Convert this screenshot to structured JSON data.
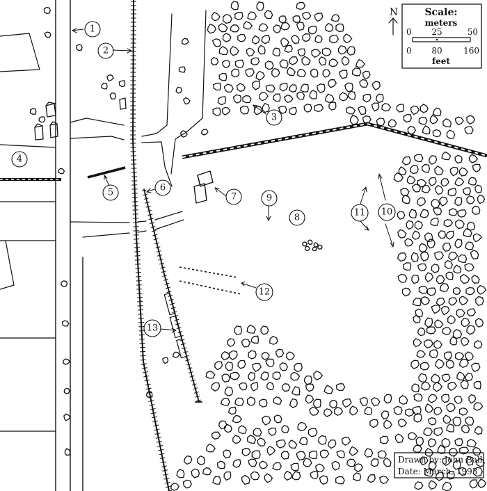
{
  "scale": {
    "title": "Scale:",
    "upper_unit": "meters",
    "upper_ticks": [
      "0",
      "25",
      "50"
    ],
    "lower_ticks": [
      "0",
      "80",
      "160"
    ],
    "lower_unit": "feet",
    "north_label": "N"
  },
  "credit": {
    "drawn_by": "Drawn by: John Ball",
    "date": "Date:   March, 1993"
  },
  "callouts": [
    "1",
    "2",
    "3",
    "4",
    "5",
    "6",
    "7",
    "8",
    "9",
    "10",
    "11",
    "12",
    "13"
  ],
  "colors": {
    "ink": "#111111",
    "paper": "#ffffff"
  }
}
